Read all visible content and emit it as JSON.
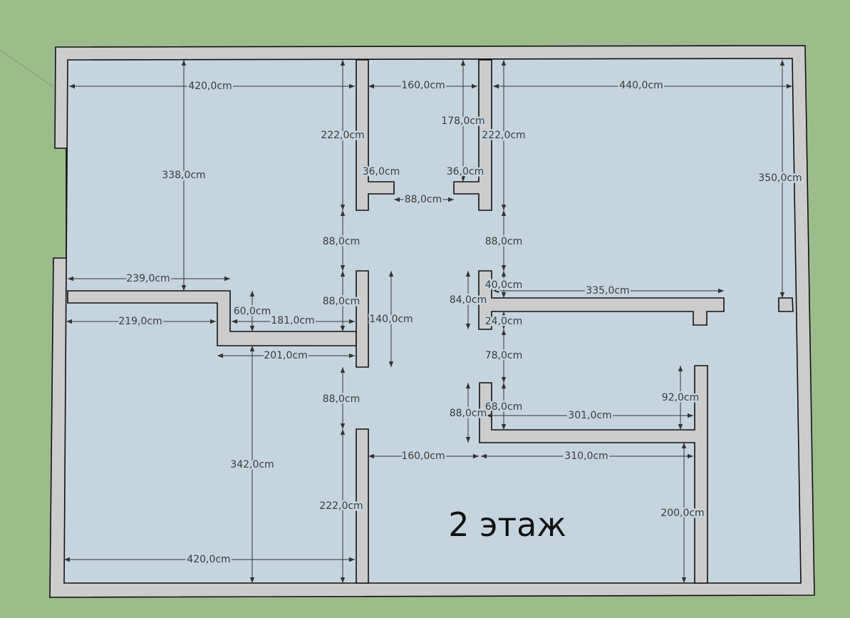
{
  "plan": {
    "title": "2 этаж",
    "colors": {
      "background": "#9bbd8c",
      "wall": "#cccccc",
      "room": "#c5d5e0",
      "outline": "#111111"
    },
    "dimensions": [
      "420,0cm",
      "160,0cm",
      "440,0cm",
      "178,0cm",
      "222,0cm",
      "222,0cm",
      "338,0cm",
      "350,0cm",
      "36,0cm",
      "36,0cm",
      "88,0cm",
      "88,0cm",
      "88,0cm",
      "239,0cm",
      "40,0cm",
      "335,0cm",
      "60,0cm",
      "88,0cm",
      "181,0cm",
      "84,0cm",
      "140,0cm",
      "219,0cm",
      "24,0cm",
      "201,0cm",
      "78,0cm",
      "88,0cm",
      "92,0cm",
      "68,0cm",
      "88,0cm",
      "301,0cm",
      "160,0cm",
      "310,0cm",
      "342,0cm",
      "222,0cm",
      "200,0cm",
      "420,0cm"
    ]
  }
}
